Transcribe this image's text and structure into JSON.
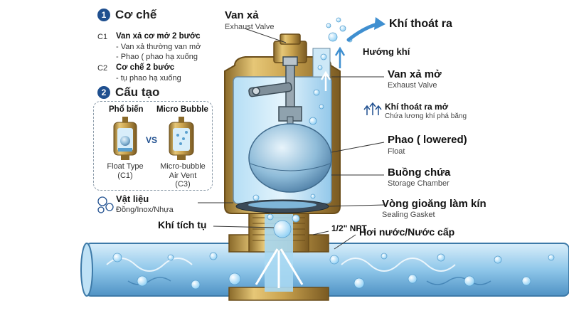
{
  "left_panel": {
    "section1": {
      "number": "1",
      "title": "Cơ chế",
      "c1_code": "C1",
      "c1_title": "Van xả cơ mở 2 bước",
      "c1_line1": "- Van xả thường van mở",
      "c1_line2": "- Phao ( phao hạ xuống",
      "c2_code": "C2",
      "c2_title": "Cơ chế 2 bước",
      "c2_line1": "- tụ phao hạ xuống"
    },
    "section2": {
      "number": "2",
      "title": "Cấu tạo",
      "left_type_title": "Phổ biến",
      "right_type_title": "Micro Bubble",
      "vs": "VS",
      "left_caption1": "Float Type",
      "left_caption2": "(C1)",
      "right_caption1": "Micro-bubble",
      "right_caption2": "Air Vent",
      "right_caption3": "(C3)"
    },
    "material": {
      "title": "Vật liệu",
      "detail": "Đồng/Inox/Nhựa"
    }
  },
  "labels": {
    "exhaust_valve_vi": "Van xả",
    "exhaust_valve_en": "Exhaust Valve",
    "gas_out": "Khí thoát ra",
    "gas_direction": "Hướng khí",
    "valve_open_vi": "Van xả mở",
    "valve_open_en": "Exhaust Valve",
    "gas_escape_vi": "Khí thoát ra mở",
    "gas_escape_sub": "Chứa lương khí phá băng",
    "float_vi": "Phao ( lowered)",
    "float_en": "Float",
    "chamber_vi": "Buồng chứa",
    "chamber_en": "Storage Chamber",
    "gasket_vi": "Vòng gioăng làm kín",
    "gasket_en": "Sealing Gasket",
    "accumulated_gas": "Khí tích tụ",
    "thread": "1/2\" NPT",
    "steam_water": "Hơi nước/Nước cấp"
  },
  "colors": {
    "brass": "#c9a24e",
    "brass_dark": "#8a6a2a",
    "water": "#9fd0ee",
    "water_dark": "#5a9fd0",
    "accent_blue": "#1f4f8f"
  }
}
